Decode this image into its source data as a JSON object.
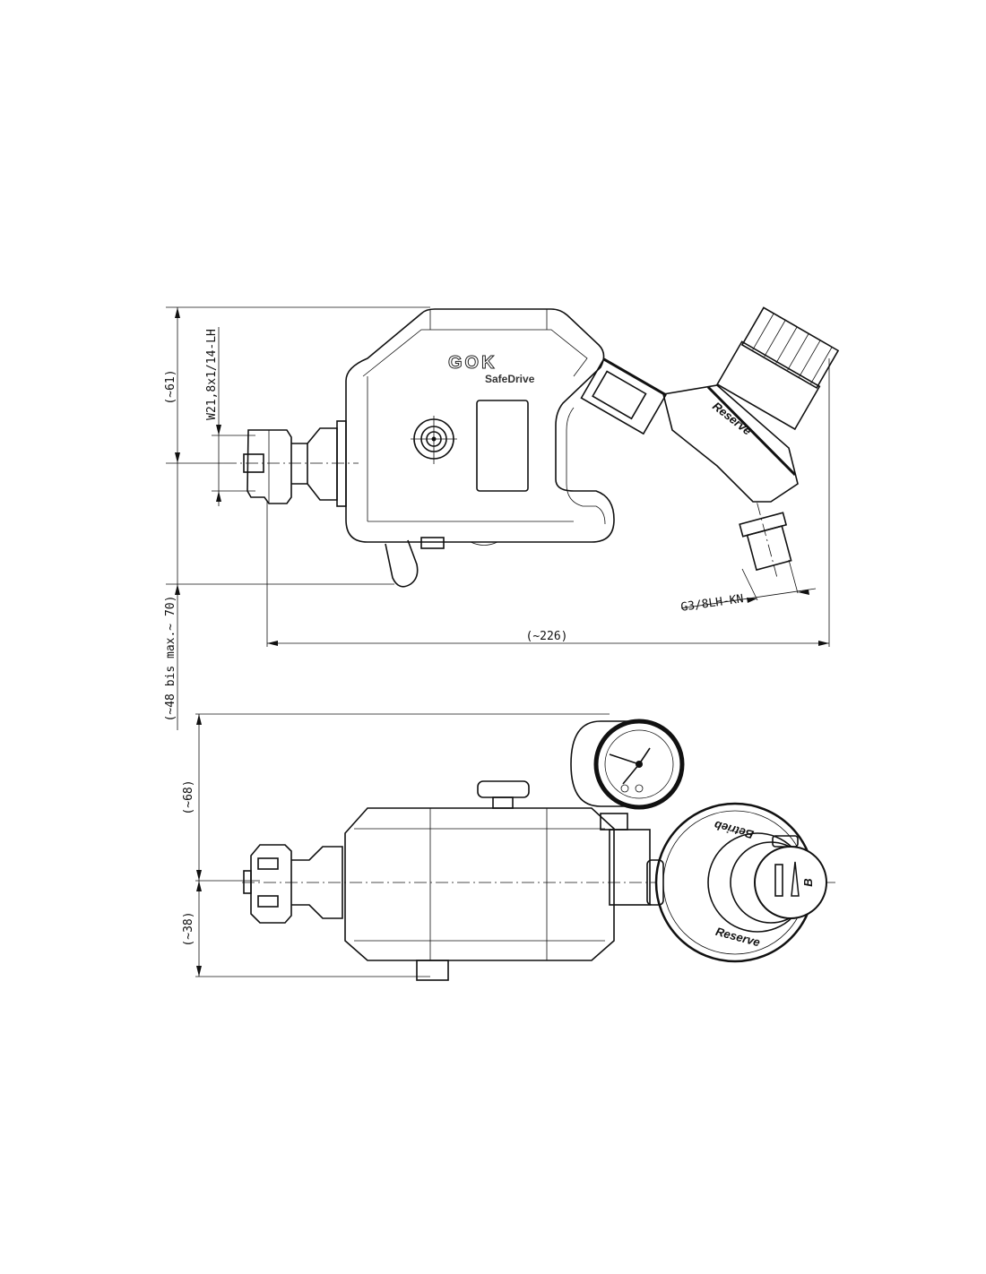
{
  "drawing": {
    "top_view": {
      "logo": "GOK",
      "product": "SafeDrive",
      "regulator_label": "Reserve",
      "dimensions": {
        "height_upper": "(~61)",
        "inlet_thread": "W21,8x1/14-LH",
        "outlet_thread": "G3/8LH-KN",
        "total_length": "(~226)",
        "handle_range": "(~48 bis max.~ 70)"
      }
    },
    "bottom_view": {
      "regulator_label_top": "Betrieb",
      "regulator_label_bottom": "Reserve",
      "knob_letter": "B",
      "dimensions": {
        "height_upper": "(~68)",
        "height_lower": "(~38)"
      }
    }
  }
}
